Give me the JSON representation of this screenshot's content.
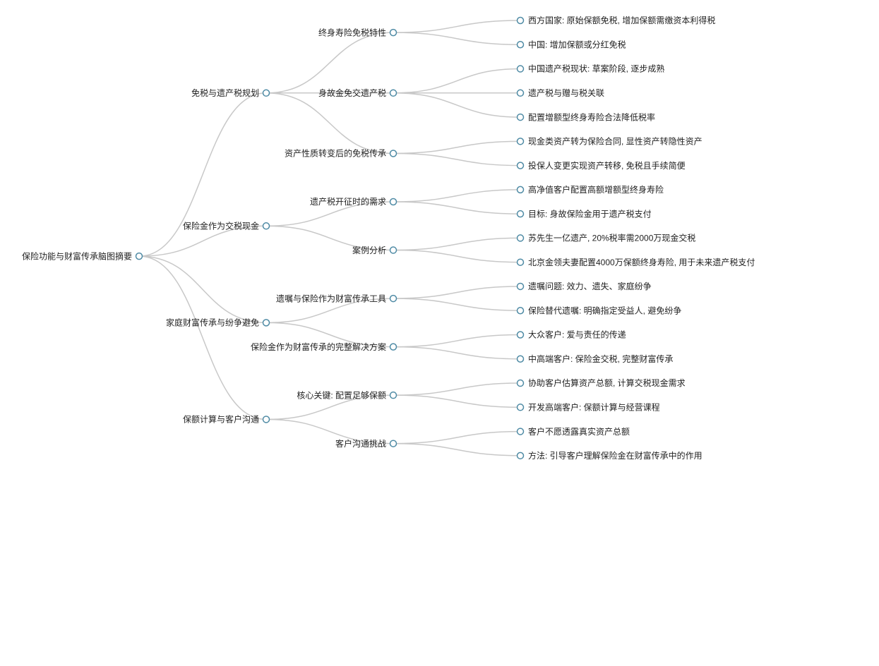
{
  "mindmap": {
    "root": {
      "label": "保险功能与财富传承脑图摘要",
      "children": [
        {
          "label": "免税与遗产税规划",
          "children": [
            {
              "label": "终身寿险免税特性",
              "children": [
                {
                  "label": "西方国家: 原始保额免税, 增加保额需缴资本利得税"
                },
                {
                  "label": "中国: 增加保额或分红免税"
                }
              ]
            },
            {
              "label": "身故金免交遗产税",
              "children": [
                {
                  "label": "中国遗产税现状: 草案阶段, 逐步成熟"
                },
                {
                  "label": "遗产税与赠与税关联"
                },
                {
                  "label": "配置增额型终身寿险合法降低税率"
                }
              ]
            },
            {
              "label": "资产性质转变后的免税传承",
              "children": [
                {
                  "label": "现金类资产转为保险合同, 显性资产转隐性资产"
                },
                {
                  "label": "投保人变更实现资产转移, 免税且手续简便"
                }
              ]
            }
          ]
        },
        {
          "label": "保险金作为交税现金",
          "children": [
            {
              "label": "遗产税开征时的需求",
              "children": [
                {
                  "label": "高净值客户配置高额增额型终身寿险"
                },
                {
                  "label": "目标: 身故保险金用于遗产税支付"
                }
              ]
            },
            {
              "label": "案例分析",
              "children": [
                {
                  "label": "苏先生一亿遗产, 20%税率需2000万现金交税"
                },
                {
                  "label": "北京金领夫妻配置4000万保额终身寿险, 用于未来遗产税支付"
                }
              ]
            }
          ]
        },
        {
          "label": "家庭财富传承与纷争避免",
          "children": [
            {
              "label": "遗嘱与保险作为财富传承工具",
              "children": [
                {
                  "label": "遗嘱问题: 效力、遗失、家庭纷争"
                },
                {
                  "label": "保险替代遗嘱: 明确指定受益人, 避免纷争"
                }
              ]
            },
            {
              "label": "保险金作为财富传承的完整解决方案",
              "children": [
                {
                  "label": "大众客户: 爱与责任的传递"
                },
                {
                  "label": "中高端客户: 保险金交税, 完整财富传承"
                }
              ]
            }
          ]
        },
        {
          "label": "保额计算与客户沟通",
          "children": [
            {
              "label": "核心关键: 配置足够保额",
              "children": [
                {
                  "label": "协助客户估算资产总额, 计算交税现金需求"
                },
                {
                  "label": "开发高端客户: 保额计算与经营课程"
                }
              ]
            },
            {
              "label": "客户沟通挑战",
              "children": [
                {
                  "label": "客户不愿透露真实资产总额"
                },
                {
                  "label": "方法: 引导客户理解保险金在财富传承中的作用"
                }
              ]
            }
          ]
        }
      ]
    }
  }
}
